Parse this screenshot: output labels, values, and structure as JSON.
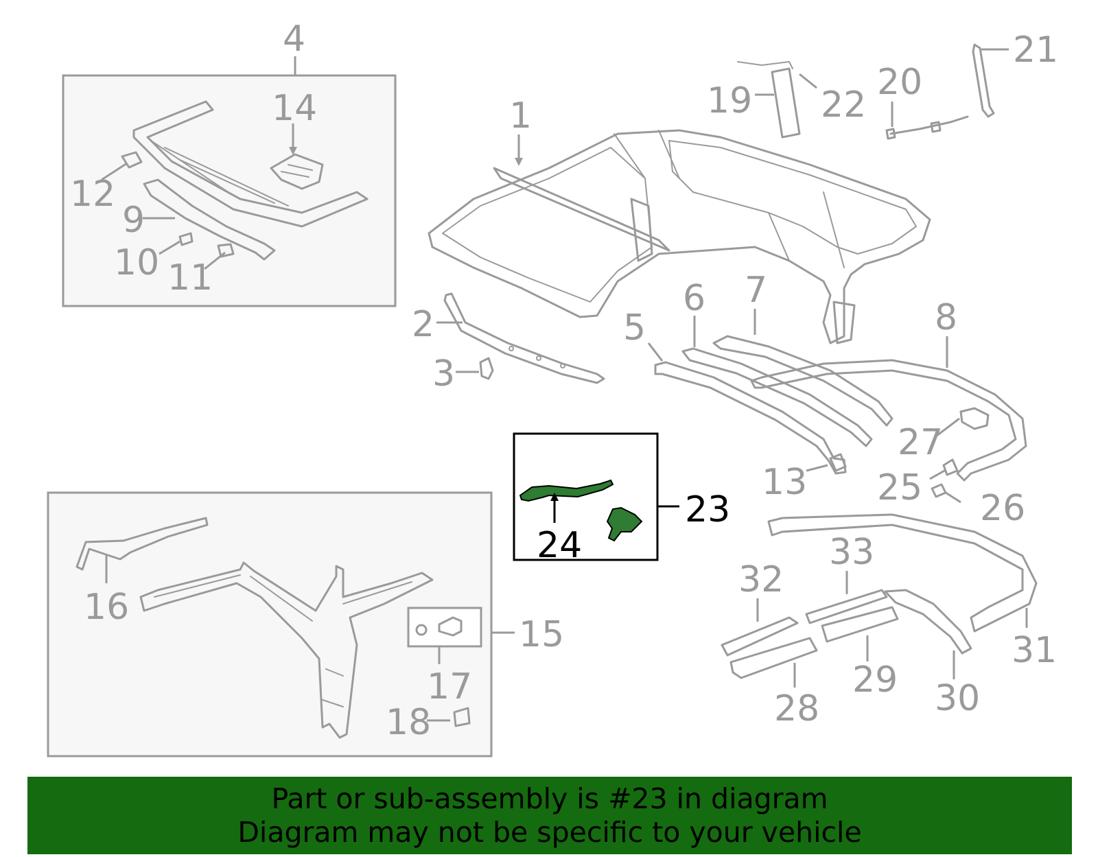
{
  "callouts": {
    "c1": "1",
    "c2": "2",
    "c3": "3",
    "c4": "4",
    "c5": "5",
    "c6": "6",
    "c7": "7",
    "c8": "8",
    "c9": "9",
    "c10": "10",
    "c11": "11",
    "c12": "12",
    "c13": "13",
    "c14": "14",
    "c15": "15",
    "c16": "16",
    "c17": "17",
    "c18": "18",
    "c19": "19",
    "c20": "20",
    "c21": "21",
    "c22": "22",
    "c23": "23",
    "c24": "24",
    "c25": "25",
    "c26": "26",
    "c27": "27",
    "c28": "28",
    "c29": "29",
    "c30": "30",
    "c31": "31",
    "c32": "32",
    "c33": "33"
  },
  "highlighted_part": "23",
  "colors": {
    "line_gray": "#9a9a9a",
    "highlight_part": "#2e7d32",
    "banner_bg": "#156b0f",
    "inset_bg": "#f7f7f7"
  },
  "banner": {
    "line1": "Part or sub-assembly is #23 in diagram",
    "line2": "Diagram may not be specific to your vehicle"
  }
}
